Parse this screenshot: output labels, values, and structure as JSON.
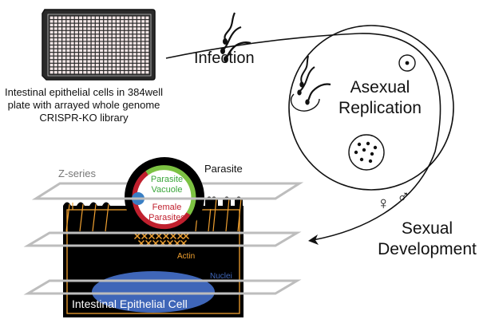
{
  "diagram": {
    "plate": {
      "caption": "Intestinal epithelial cells in 384well plate with arrayed whole genome CRISPR-KO library",
      "wells": 384,
      "rows": 16,
      "cols": 24
    },
    "stages": {
      "infection": "Infection",
      "asexual": "Asexual Replication",
      "sexual": "Sexual Development"
    },
    "symbols": {
      "female": "♀",
      "male": "♂"
    },
    "cell": {
      "z_series": "Z-series",
      "parasite": "Parasite",
      "vacuole": "Parasite Vacuole",
      "female_parasites": "Female Parasites",
      "actin": "Actin",
      "nuclei": "Nuclei",
      "cell_label": "Intestinal Epithelial Cell"
    },
    "colors": {
      "vacuole": "#7cc242",
      "female": "#c0202e",
      "actin": "#f0a030",
      "nuclei": "#3f66b8",
      "cell": "#000000",
      "plane": "#bdbdbd",
      "well": "#f3e6e6"
    }
  }
}
